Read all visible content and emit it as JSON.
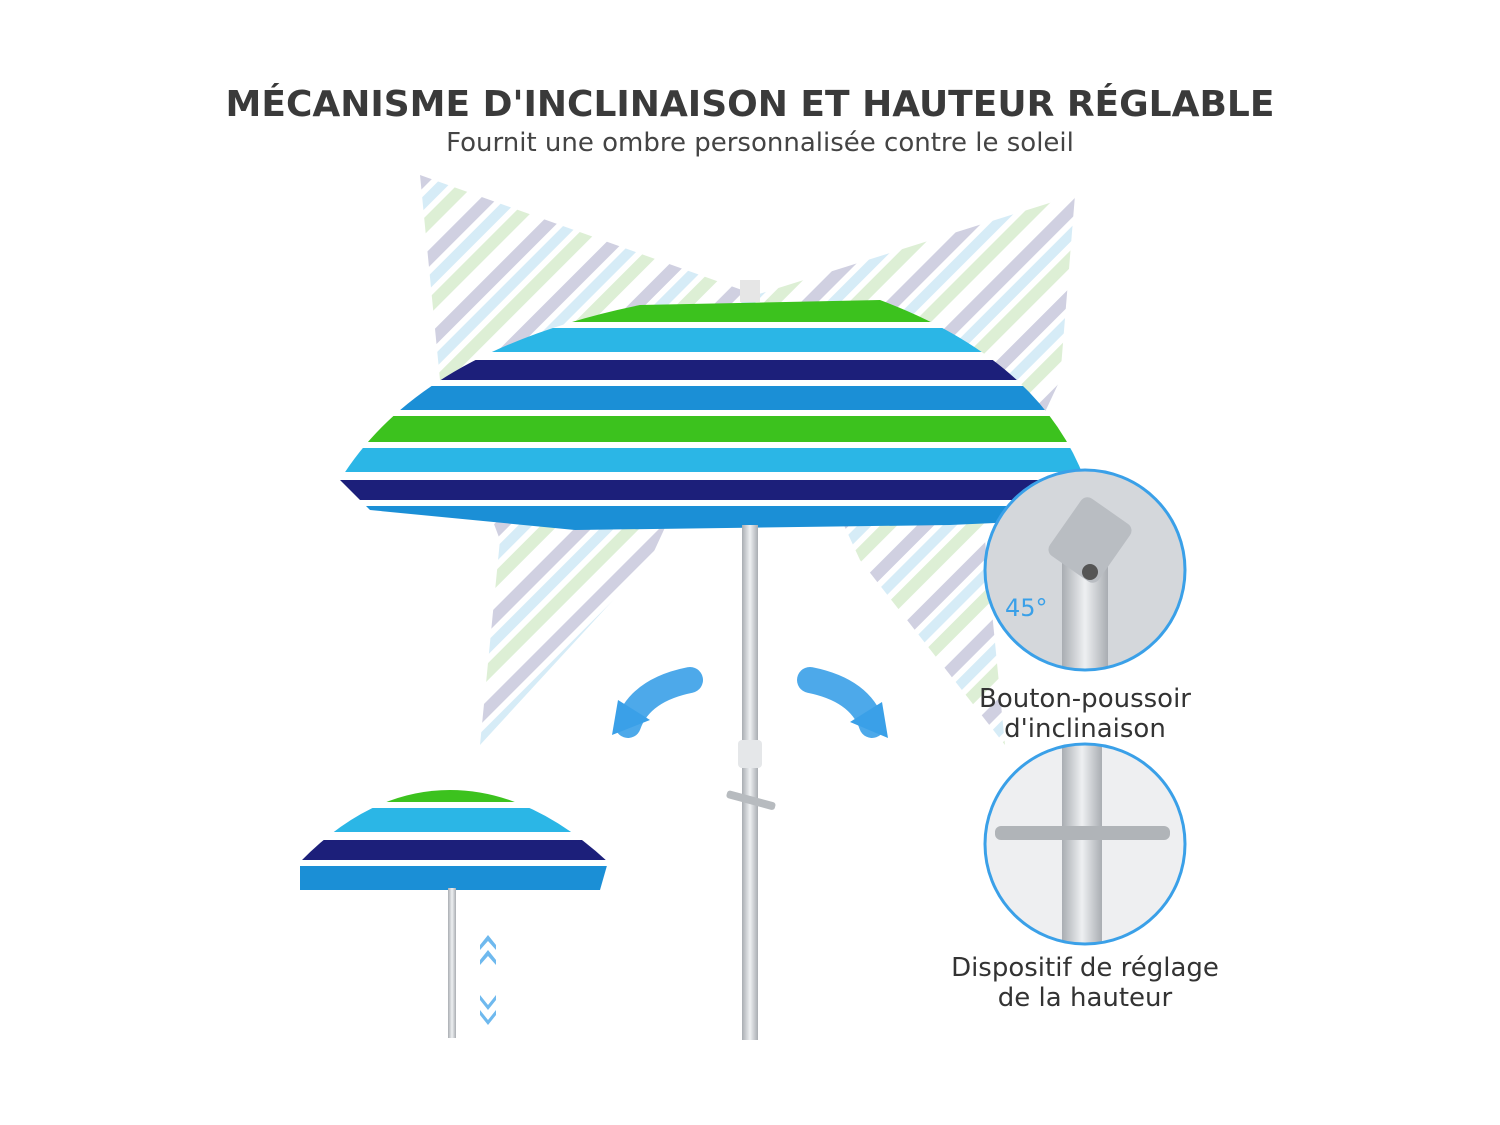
{
  "heading": {
    "title": "MÉCANISME D'INCLINAISON ET HAUTEUR RÉGLABLE",
    "subtitle": "Fournit une ombre personnalisée contre le soleil"
  },
  "callouts": {
    "tilt_label_line1": "Bouton-poussoir",
    "tilt_label_line2": "d'inclinaison",
    "tilt_angle": "45°",
    "height_label_line1": "Dispositif de réglage",
    "height_label_line2": "de la hauteur"
  },
  "colors": {
    "navy": "#1c1f7a",
    "green": "#3cc21e",
    "blue": "#1b8fd6",
    "light_blue": "#2bb6e6",
    "arrow_blue": "#3aa0e8",
    "pole": "#c9cdd1"
  }
}
